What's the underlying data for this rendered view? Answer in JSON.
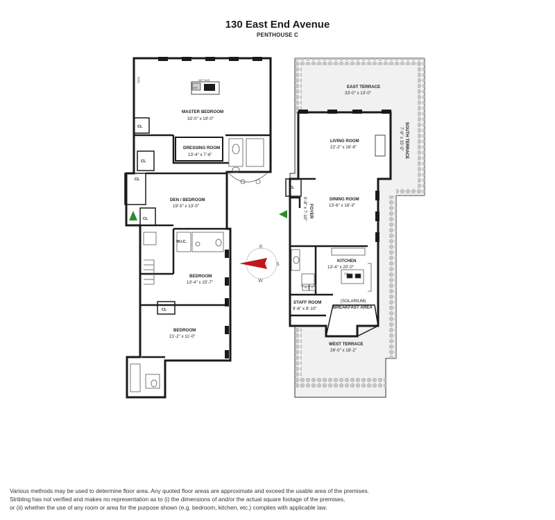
{
  "header": {
    "title": "130 East End Avenue",
    "subtitle": "PENTHOUSE C"
  },
  "rooms": {
    "master_bedroom": {
      "name": "MASTER BEDROOM",
      "dims": "33'-0\" x 19'-0\""
    },
    "dressing_room": {
      "name": "DRESSING ROOM",
      "dims": "13'-4\" x 7'-6\""
    },
    "den_bedroom": {
      "name": "DEN / BEDROOM",
      "dims": "19'-5\" x 13'-0\""
    },
    "bedroom_2": {
      "name": "BEDROOM",
      "dims": "13'-4\" x 15'-7\""
    },
    "bedroom_3": {
      "name": "BEDROOM",
      "dims": "21'-2\" x 11'-0\""
    },
    "east_terrace": {
      "name": "EAST TERRACE",
      "dims": "33'-0\" x 13'-0\""
    },
    "south_terrace": {
      "name": "SOUTH TERRACE",
      "dims": "7'-6\" x 33'-0\""
    },
    "living_room": {
      "name": "LIVING ROOM",
      "dims": "22'-2\" x 16'-8\""
    },
    "dining_room": {
      "name": "DINING ROOM",
      "dims": "13'-6\" x 18'-3\""
    },
    "foyer": {
      "name": "FOYER",
      "dims": "6'-8\" x 7'-10\""
    },
    "kitchen": {
      "name": "KITCHEN",
      "dims": "13'-4\" x 20'-0\""
    },
    "staff_room": {
      "name": "STAFF ROOM",
      "dims": "9'-6\" x 8'-10\""
    },
    "breakfast_area": {
      "name": "BREAKFAST AREA",
      "prefix": "(SOLARIUM)"
    },
    "west_terrace": {
      "name": "WEST TERRACE",
      "dims": "26'-0\" x 18'-2\""
    }
  },
  "labels": {
    "wet_bar": "WET BAR",
    "ref": "REF",
    "desk": "DESK",
    "closet": "CL",
    "wic": "W.I.C.",
    "dw": "DW",
    "w": "W",
    "d": "D"
  },
  "compass": {
    "e": "E",
    "s": "S",
    "w": "W"
  },
  "colors": {
    "wall": "#1a1a1a",
    "terrace_fill": "#f1f1f1",
    "planting": "#c9c9c9",
    "entry_arrow": "#2e8b2e",
    "compass_needle": "#c0181b"
  },
  "disclaimer": [
    "Various methods may be used to determine floor area.  Any quoted floor areas are approximate and exceed the usable area of the premises.",
    "Stribling has not verified and makes no representation as to (i) the dimensions of and/or the actual square footage of the premises,",
    "or (ii) whether the use of any room or area for the purpose shown (e.g. bedroom, kitchen, etc.) complies with applicable law."
  ]
}
